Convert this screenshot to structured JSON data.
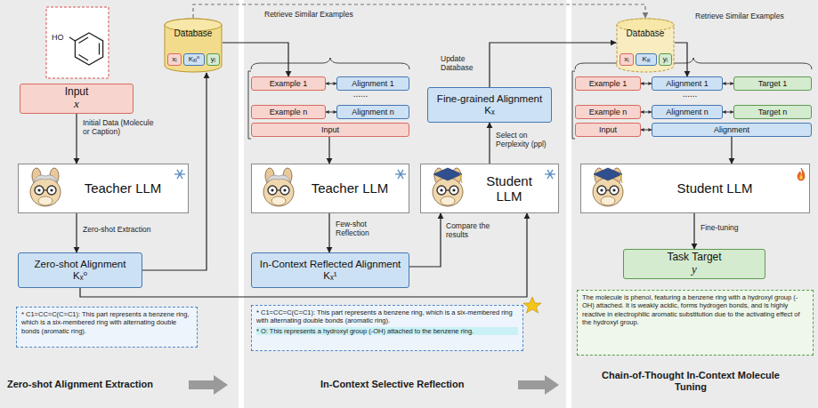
{
  "diagram": {
    "nodes": [
      {
        "text": [
          "Input",
          "x"
        ]
      },
      {
        "text": [
          "Teacher LLM"
        ]
      },
      {
        "text": [
          "Zero-shot Alignment",
          "Kₓ⁰"
        ]
      },
      {
        "text": [
          "* C1=CC=C(C=C1): This part represents a benzene ring, which is a six-membered ring with alternating double bonds (aromatic ring)."
        ]
      },
      {
        "text": [
          "Database"
        ]
      },
      {
        "text": [
          "xᵢ"
        ],
        "in": 4
      },
      {
        "text": [
          "Kₓᵢ⁰"
        ],
        "in": 4
      },
      {
        "text": [
          "yᵢ"
        ],
        "in": 4
      },
      {
        "text": [
          "Example 1"
        ]
      },
      {
        "text": [
          "Alignment 1"
        ]
      },
      {
        "text": [
          "Example n"
        ]
      },
      {
        "text": [
          "Alignment n"
        ]
      },
      {
        "text": [
          "Input"
        ]
      },
      {
        "text": [
          "Teacher LLM"
        ]
      },
      {
        "text": [
          "In-Context Reflected Alignment",
          "Kₓ¹"
        ]
      },
      {
        "text": [
          "Student LLM"
        ]
      },
      {
        "text": [
          "Fine-grained Alignment",
          "Kₓ"
        ]
      },
      {
        "text": [
          "* C1=CC=C(C=C1): This part represents a benzene ring, which is a six-membered ring with alternating double bonds (aromatic ring).",
          "* O: This represents a hydroxyl group (-OH) attached to the benzene ring."
        ]
      },
      {
        "text": [
          "Database"
        ]
      },
      {
        "text": [
          "xᵢ"
        ],
        "in": 18
      },
      {
        "text": [
          "Kₓᵢ"
        ],
        "in": 18
      },
      {
        "text": [
          "yᵢ"
        ],
        "in": 18
      },
      {
        "text": [
          "Example 1"
        ]
      },
      {
        "text": [
          "Alignment 1"
        ]
      },
      {
        "text": [
          "Target 1"
        ]
      },
      {
        "text": [
          "Example n"
        ]
      },
      {
        "text": [
          "Alignment n"
        ]
      },
      {
        "text": [
          "Target n"
        ]
      },
      {
        "text": [
          "Input"
        ]
      },
      {
        "text": [
          "Alignment"
        ]
      },
      {
        "text": [
          "Student LLM"
        ]
      },
      {
        "text": [
          "Task Target",
          "y"
        ]
      },
      {
        "text": [
          "The molecule is phenol, featuring a benzene ring with a hydroxyl group (-OH) attached. It is weakly acidic, forms hydrogen bonds, and is highly reactive in electrophilic aromatic substitution due to the activating effect of the hydroxyl group."
        ]
      }
    ],
    "edges": [
      {
        "from": 0,
        "to": 1,
        "arrow": "to",
        "label": "Initial Data (Molecule or Caption)"
      },
      {
        "from": 1,
        "to": 2,
        "arrow": "to",
        "label": "Zero-shot Extraction"
      },
      {
        "from": 2,
        "to": 4,
        "arrow": "to"
      },
      {
        "from": 4,
        "to": 8,
        "arrow": "to",
        "label": "Retrieve Similar Examples"
      },
      {
        "from": 8,
        "to": 9,
        "arrow": "both"
      },
      {
        "from": 10,
        "to": 11,
        "arrow": "both"
      },
      {
        "from": 12,
        "to": 13,
        "arrow": "to"
      },
      {
        "from": 13,
        "to": 14,
        "arrow": "to",
        "label": "Few-shot Reflection"
      },
      {
        "from": 14,
        "to": 15,
        "arrow": "to",
        "label": "Compare the results"
      },
      {
        "from": 2,
        "to": 15,
        "arrow": "to"
      },
      {
        "from": 15,
        "to": 16,
        "arrow": "to",
        "label": "Select on Perplexity (ppl)"
      },
      {
        "from": 16,
        "to": 18,
        "arrow": "to",
        "label": "Update Database"
      },
      {
        "from": 4,
        "to": 18,
        "arrow": "to"
      },
      {
        "from": 18,
        "to": 23,
        "arrow": "to",
        "label": "Retrieve Similar Examples"
      },
      {
        "from": 22,
        "to": 23,
        "arrow": "both"
      },
      {
        "from": 23,
        "to": 24,
        "arrow": "both"
      },
      {
        "from": 25,
        "to": 26,
        "arrow": "both"
      },
      {
        "from": 26,
        "to": 27,
        "arrow": "both"
      },
      {
        "from": 28,
        "to": 29,
        "arrow": "both"
      },
      {
        "from": 29,
        "to": 30,
        "arrow": "to"
      },
      {
        "from": 30,
        "to": 31,
        "arrow": "to",
        "label": "Fine-tuning"
      }
    ],
    "labels": [
      "HO",
      "......",
      "......",
      "Zero-shot Alignment Extraction",
      "In-Context Selective Reflection",
      "Chain-of-Thought In-Context Molecule Tuning"
    ]
  }
}
